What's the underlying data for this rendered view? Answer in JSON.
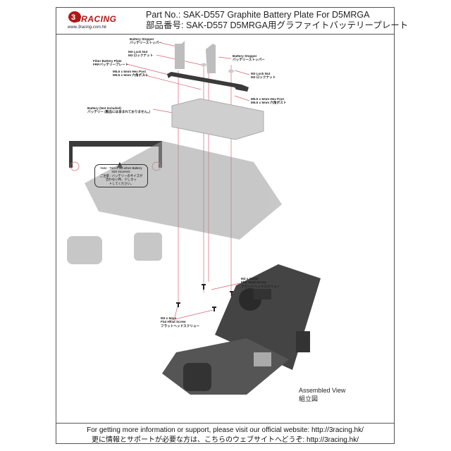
{
  "header": {
    "logo_text": "3RACING",
    "logo_url": "www.3racing.com.hk",
    "title_en": "Part No.: SAK-D557  Graphite Battery Plate For D5MRGA",
    "title_jp": "部品番号: SAK-D557  D5MRGA用グラファイトバッテリープレート"
  },
  "labels": {
    "stopper_left": [
      "Battery Stopper",
      "バッテリーストッパー"
    ],
    "locknut_left": [
      "M3 Lock Nut",
      "M3 ロックナット"
    ],
    "plate": [
      "Fiber Battery Plate",
      "FRPバッテリープレート"
    ],
    "hexpost_left": [
      "M5.5 x 5mm Hex Post",
      "M5.5 x 5mm 六角ポスト"
    ],
    "stopper_right": [
      "Battery Stopper",
      "バッテリーストッパー"
    ],
    "locknut_right": [
      "M3 Lock Nut",
      "M3 ロックナット"
    ],
    "hexpost_right": [
      "M5.5 x 5mm Hex Post",
      "M5.5 x 5mm 六角ポスト"
    ],
    "battery": [
      "Battery (Not Included)",
      "バッテリー (製品には含まれておりません。)"
    ],
    "screw_12": [
      "M3 x 12mm",
      "Flat Head Screw",
      "フラットヘッドスクリュー"
    ],
    "screw_6": [
      "M3 x 6mm",
      "Flat Head Screw",
      "フラットヘッドスクリュー"
    ]
  },
  "note": [
    "Note : Trim it out when Battery",
    "size incorrect.",
    "ご注意 : バッテリーのサイズが",
    "合わない時、少しカッ",
    "トしてください。"
  ],
  "assembled": {
    "en": "Assembled View",
    "jp": "組立図"
  },
  "footer": {
    "en": "For getting more information or support, please visit our official website: http://3racing.hk/",
    "jp": "更に情報とサポートが必要な方は、こちらのウェブサイトへどうぞ: http://3racing.hk/"
  },
  "colors": {
    "brand": "#b01818",
    "leader": "#d9626e",
    "carbon": "#3a3a3a",
    "part_gray": "#bdbdbd"
  }
}
